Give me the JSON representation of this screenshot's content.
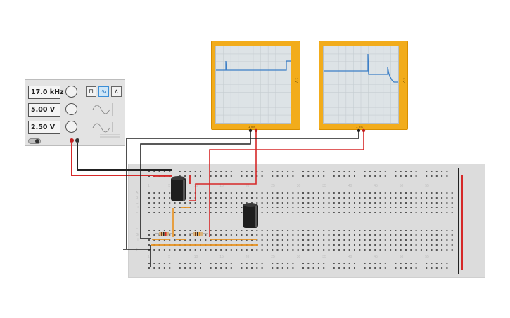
{
  "function_generator": {
    "frequency": "17.0 kHz",
    "amplitude": "5.00 V",
    "offset": "2.50 V",
    "waveforms": [
      {
        "icon": "square-wave-icon",
        "symbol": "⊓",
        "active": false
      },
      {
        "icon": "sine-wave-icon",
        "symbol": "∿",
        "active": true
      },
      {
        "icon": "triangle-wave-icon",
        "symbol": "∧",
        "active": false
      }
    ]
  },
  "oscilloscopes": [
    {
      "x_label": "1 ms",
      "y_label": "1 V"
    },
    {
      "x_label": "1 ms",
      "y_label": "1 V"
    }
  ],
  "breadboard": {
    "column_numbers": [
      "1",
      "5",
      "10",
      "15",
      "20",
      "25",
      "30",
      "35",
      "40",
      "45",
      "50",
      "55"
    ],
    "row_letters_top": [
      "A",
      "B",
      "C",
      "D",
      "E"
    ],
    "row_letters_bottom": [
      "F",
      "G",
      "H",
      "I",
      "J"
    ]
  },
  "colors": {
    "scope_body": "#f2ac1b",
    "scope_trace": "#3d7fc6",
    "wire_red": "#d62828",
    "wire_black": "#222222",
    "wire_orange": "#e8901c",
    "rail_red": "#d62828"
  }
}
